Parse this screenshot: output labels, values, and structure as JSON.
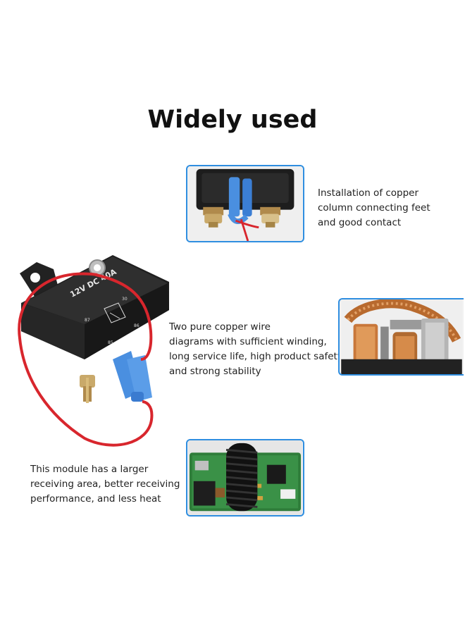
{
  "title": "Widely used",
  "features": [
    {
      "lines": [
        "Installation of copper",
        "column connecting feet",
        "and good contact"
      ]
    },
    {
      "lines": [
        "Two pure copper wire",
        "diagrams with sufficient winding,",
        "long service life, high product safety,",
        "and strong stability"
      ]
    },
    {
      "lines": [
        "This module has a larger",
        "receiving area, better receiving",
        "performance, and less heat"
      ]
    }
  ],
  "relay_labels": {
    "rating": "12V DC 40A",
    "pin_87": "87",
    "pin_30": "30",
    "pin_85": "85",
    "pin_86": "86"
  },
  "colors": {
    "frame_border": "#2f8ee0",
    "wire_red": "#d8262d",
    "relay_body": "#2a2a2a",
    "connector_blue": "#4a8fe0",
    "pcb_green": "#2f7d3a",
    "copper": "#c8773a"
  }
}
